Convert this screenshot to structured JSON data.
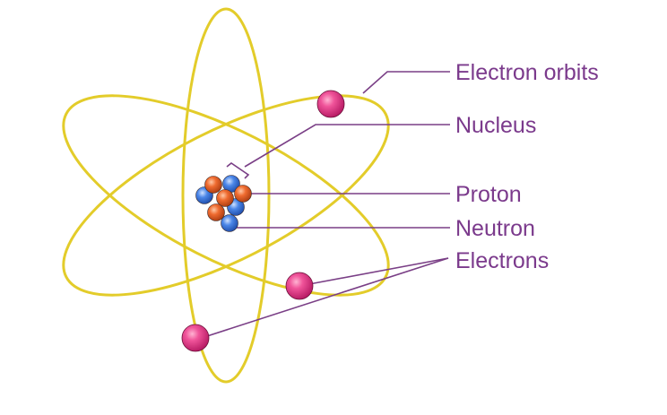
{
  "colors": {
    "orbit": "#e3cc2a",
    "leader_line": "#7a3f86",
    "label_text": "#7b3a8c",
    "electron": "#e8307a",
    "proton": "#e8622a",
    "neutron": "#3b76d8"
  },
  "labels": {
    "electron_orbits": "Electron orbits",
    "nucleus": "Nucleus",
    "proton": "Proton",
    "neutron": "Neutron",
    "electrons": "Electrons"
  },
  "particles": {
    "electron_count": 3,
    "proton_count": 4,
    "neutron_count": 4
  }
}
